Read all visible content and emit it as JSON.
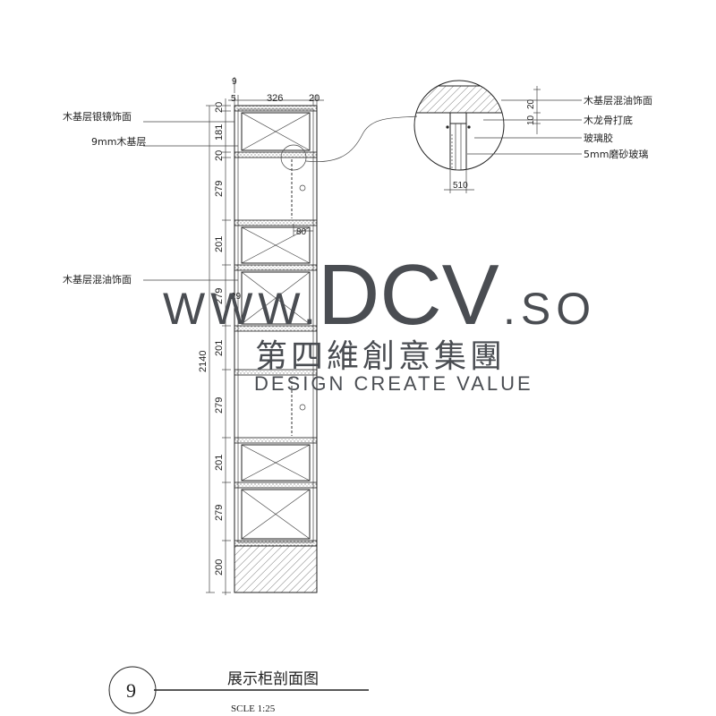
{
  "dimensions": {
    "top_9": "9",
    "top_5": "5",
    "top_326": "326",
    "top_20": "20",
    "v_20a": "20",
    "v_181": "181",
    "v_20b": "20",
    "v_279a": "279",
    "v_201a": "201",
    "v_279b": "279",
    "v_201b": "201",
    "v_279c": "279",
    "v_201c": "201",
    "v_279d": "279",
    "v_200": "200",
    "total_2140": "2140",
    "inner_80": "80",
    "inner_29": "29",
    "detail_10": "10",
    "detail_20": "20",
    "detail_510": "510"
  },
  "labels": {
    "mirror_finish": "木基层银镜饰面",
    "base_9mm": "9mm木基层",
    "paint_finish_left": "木基层混油饰面",
    "detail_paint_finish": "木基层混油饰面",
    "detail_wood_keel": "木龙骨打底",
    "detail_glass_glue": "玻璃胶",
    "detail_frosted_glass": "5mm磨砂玻璃"
  },
  "title_block": {
    "number": "9",
    "title": "展示柜剖面图",
    "scale": "SCLE   1:25"
  },
  "watermark": {
    "url_prefix": "WWW.",
    "brand": "DCV",
    "url_suffix": ".SO",
    "chinese": "第四維創意集團",
    "english": "DESIGN CREATE VALUE"
  }
}
